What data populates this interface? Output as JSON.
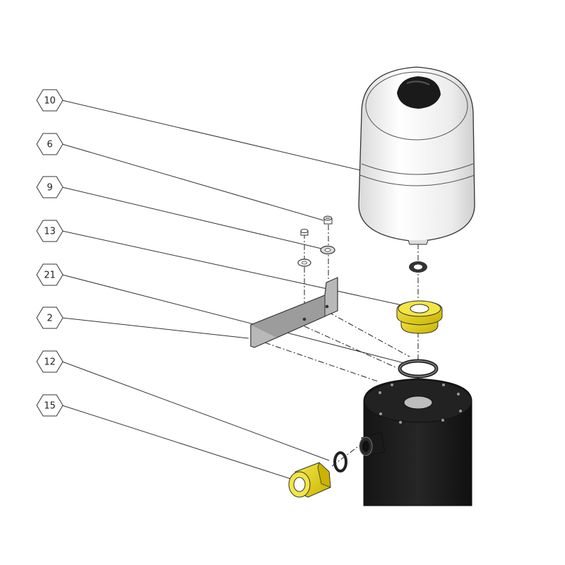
{
  "callouts": [
    {
      "id": "10"
    },
    {
      "id": "6"
    },
    {
      "id": "9"
    },
    {
      "id": "13"
    },
    {
      "id": "21"
    },
    {
      "id": "2"
    },
    {
      "id": "12"
    },
    {
      "id": "15"
    }
  ],
  "parts": {
    "expansion_tank": {
      "color": "#f2f2f2",
      "cap_color": "#1a1a1a"
    },
    "fittings_color": "#e6d200",
    "boiler_color": "#1c1c1c",
    "bracket_color": "#b8b8b8"
  }
}
